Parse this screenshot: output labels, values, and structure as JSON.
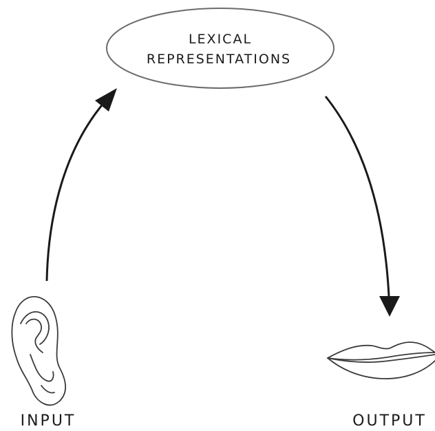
{
  "center_node": {
    "line1": "LEXICAL",
    "line2": "REPRESENTATIONS"
  },
  "input_label": "INPUT",
  "output_label": "OUTPUT",
  "icons": {
    "input": "ear-icon",
    "output": "lips-icon"
  },
  "colors": {
    "stroke": "#1a1a1a",
    "oval_stroke": "#6b6b6b",
    "background": "#ffffff"
  }
}
